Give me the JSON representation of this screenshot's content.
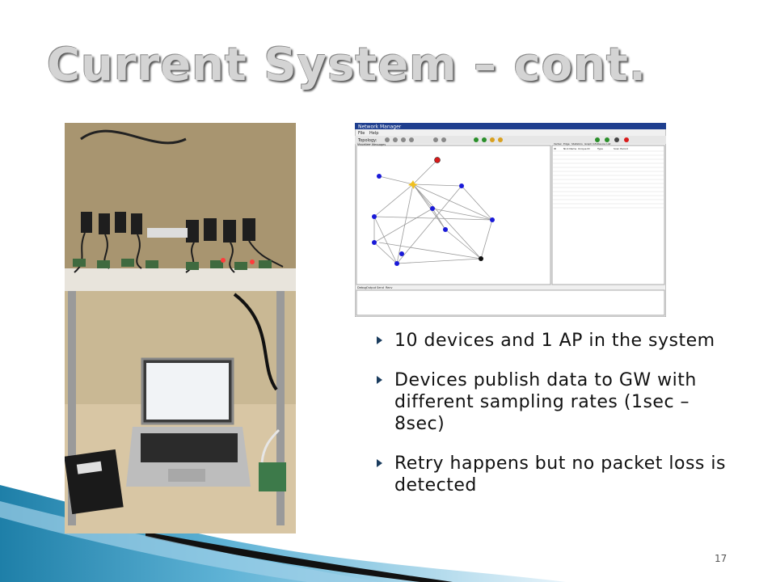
{
  "slide": {
    "title": "Current System – cont.",
    "bullets": [
      "10 devices and 1 AP in the system",
      "Devices publish data to GW with different sampling rates (1sec – 8sec)",
      "Retry happens but no packet loss is detected"
    ],
    "page_number": "17"
  },
  "screenshot": {
    "window_title": "Network Manager",
    "menu": [
      "File",
      "Help"
    ],
    "toolbar_label": "Topology:",
    "left_tabs": [
      "Visualizer",
      "Messages"
    ],
    "right_tabs": [
      "Vertex",
      "Edge",
      "Statistics",
      "Graph Info",
      "Device List"
    ],
    "bottom_tabs": [
      "Debug",
      "Output",
      "Send",
      "Recv"
    ],
    "table_headers": [
      "ID",
      "Nick Name",
      "Unique ID",
      "Type",
      "Scan Period"
    ]
  },
  "colors": {
    "title": "#d4d4d4",
    "bullet_mark": "#1a3c5e",
    "node_blue": "#1a1ad8",
    "node_red": "#d81a1a",
    "node_ap": "#f0c020"
  }
}
